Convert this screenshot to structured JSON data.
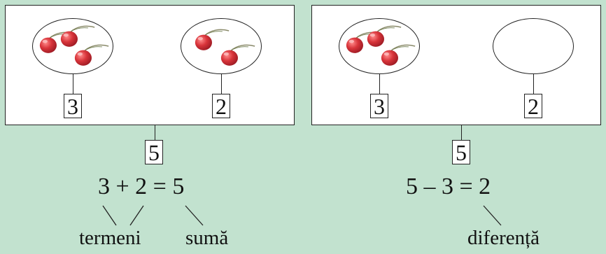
{
  "left": {
    "left_count": "3",
    "right_count": "2",
    "total": "5",
    "equation": "3 + 2 = 5",
    "terms_label": "termeni",
    "sum_label": "sumă"
  },
  "right": {
    "left_count": "3",
    "right_count": "2",
    "total": "5",
    "equation": "5 – 3 = 2",
    "difference_label": "diferență"
  },
  "colors": {
    "background": "#c2e2cf",
    "cherry": "#d8343a"
  },
  "icons": [
    "cherry-icon"
  ]
}
